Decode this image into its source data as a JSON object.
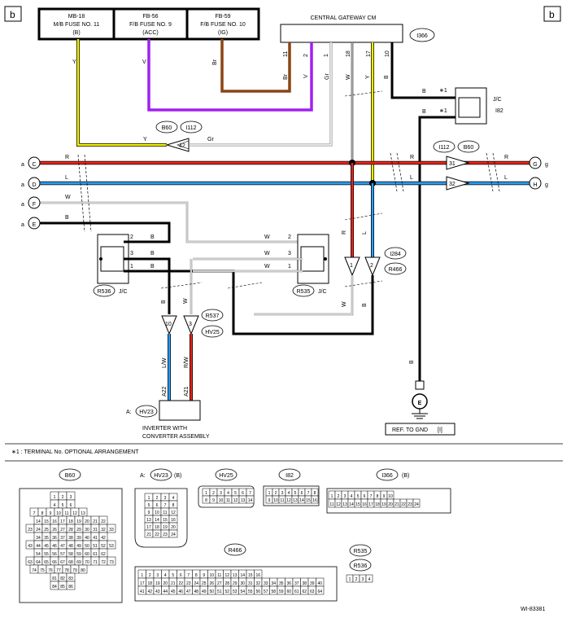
{
  "corner_labels": {
    "left": "b",
    "right": "b"
  },
  "fuses": [
    {
      "id": "MB-18",
      "name": "M/B FUSE NO. 11",
      "circuit": "(B)"
    },
    {
      "id": "FB-56",
      "name": "F/B FUSE NO. 9",
      "circuit": "(ACC)"
    },
    {
      "id": "FB-59",
      "name": "F/B FUSE NO. 10",
      "circuit": "(IG)"
    }
  ],
  "gateway": {
    "title": "CENTRAL GATEWAY CM",
    "connector": "I366",
    "pins": [
      "11",
      "2",
      "1",
      "18",
      "17",
      "10"
    ]
  },
  "jc_i82": {
    "title": "J/C",
    "connector": "I82",
    "star": "∗1"
  },
  "wire_colors": {
    "Y": "Y",
    "V": "V",
    "Br": "Br",
    "Gr": "Gr",
    "W": "W",
    "B": "B",
    "R": "R",
    "L": "L",
    "RW": "R/W",
    "LW": "L/W"
  },
  "bus_left": {
    "c": "C",
    "d": "D",
    "f": "F",
    "e": "E",
    "a": "a"
  },
  "bus_right": {
    "g": "G",
    "h": "H",
    "gl": "g"
  },
  "connectors": {
    "b60": "B60",
    "i112": "I112",
    "pin42": "42",
    "pin31": "31",
    "pin32": "32",
    "i284": "I284",
    "r466": "R466",
    "pin_r1": "1",
    "pin_r2": "2",
    "r537": "R537",
    "hv25": "HV25",
    "pin_h10": "10",
    "pin_h3": "3",
    "r536": "R536",
    "r535": "R535",
    "jc": "J/C",
    "hv23": "HV23",
    "a_prefix": "A:",
    "a22": "A22",
    "a21": "A21"
  },
  "jc_pins": {
    "p2": "2",
    "p3": "3",
    "p1": "1"
  },
  "inverter": {
    "line1": "INVERTER WITH",
    "line2": "CONVERTER ASSEMBLY"
  },
  "ground": {
    "symbol": "E",
    "ref": "REF. TO GND",
    "ref_id": "[I]"
  },
  "footnote": "∗1  : TERMINAL No. OPTIONAL ARRANGEMENT",
  "connector_views": {
    "b60": {
      "label": "B60",
      "rows": [
        [
          "1",
          "2",
          "3"
        ],
        [
          "4",
          "5",
          "6"
        ],
        [
          "7",
          "8",
          "9",
          "10",
          "11",
          "12",
          "13"
        ],
        [
          "14",
          "15",
          "16",
          "17",
          "18",
          "19",
          "20",
          "21",
          "22"
        ],
        [
          "23",
          "24",
          "25",
          "26",
          "27",
          "28",
          "29",
          "30",
          "31",
          "32",
          "33"
        ],
        [
          "34",
          "35",
          "36",
          "37",
          "38",
          "39",
          "40",
          "41",
          "42"
        ],
        [
          "43",
          "44",
          "45",
          "46",
          "47",
          "48",
          "49",
          "50",
          "51",
          "52",
          "53"
        ],
        [
          "54",
          "55",
          "56",
          "57",
          "58",
          "59",
          "60",
          "61",
          "62"
        ],
        [
          "63",
          "64",
          "65",
          "66",
          "67",
          "68",
          "69",
          "70",
          "71",
          "72",
          "73"
        ],
        [
          "74",
          "75",
          "76",
          "77",
          "78",
          "79",
          "80"
        ],
        [
          "81",
          "82",
          "83"
        ],
        [
          "84",
          "85",
          "86"
        ]
      ]
    },
    "hv23": {
      "label": "HV23",
      "prefix": "A:",
      "suffix": "(B)",
      "rows": [
        [
          "1",
          "2",
          "3",
          "4"
        ],
        [
          "5",
          "6",
          "7",
          "8"
        ],
        [
          "9",
          "10",
          "11",
          "12"
        ],
        [
          "13",
          "14",
          "15",
          "16"
        ],
        [
          "17",
          "18",
          "19",
          "20"
        ],
        [
          "21",
          "22",
          "23",
          "24"
        ]
      ]
    },
    "hv25": {
      "label": "HV25",
      "rows": [
        [
          "1",
          "2",
          "3",
          "4",
          "5",
          "6",
          "7"
        ],
        [
          "8",
          "9",
          "10",
          "11",
          "12",
          "13",
          "14"
        ]
      ]
    },
    "i82": {
      "label": "I82",
      "rows": [
        [
          "1",
          "2",
          "3",
          "4",
          "5",
          "6",
          "7",
          "8"
        ],
        [
          "9",
          "10",
          "11",
          "12",
          "13",
          "14",
          "15",
          "16"
        ]
      ]
    },
    "i366": {
      "label": "I366",
      "suffix": "(B)",
      "rows": [
        [
          "1",
          "2",
          "3",
          "4",
          "5",
          "6",
          "7",
          "8",
          "9",
          "10"
        ],
        [
          "11",
          "12",
          "13",
          "14",
          "15",
          "16",
          "17",
          "18",
          "19",
          "20",
          "21",
          "22",
          "23",
          "24"
        ]
      ]
    },
    "r466": {
      "label": "R466",
      "rows": [
        [
          "1",
          "2",
          "3",
          "4",
          "5",
          "6",
          "7",
          "8",
          "9",
          "10",
          "11",
          "12",
          "13",
          "14",
          "15",
          "16"
        ],
        [
          "17",
          "18",
          "19",
          "20",
          "21",
          "22",
          "23",
          "24",
          "25",
          "26",
          "27",
          "28",
          "29",
          "30",
          "31",
          "32",
          "33",
          "34",
          "35",
          "36",
          "37",
          "38",
          "39",
          "40"
        ],
        [
          "41",
          "42",
          "43",
          "44",
          "45",
          "46",
          "47",
          "48",
          "49",
          "50",
          "51",
          "52",
          "53",
          "54",
          "55",
          "56",
          "57",
          "58",
          "59",
          "60",
          "61",
          "62",
          "63",
          "64"
        ]
      ]
    },
    "r535": {
      "label": "R535",
      "label2": "R536",
      "rows": [
        [
          "1",
          "2",
          "3",
          "4"
        ]
      ]
    }
  },
  "diagram_code": "WI-83381"
}
